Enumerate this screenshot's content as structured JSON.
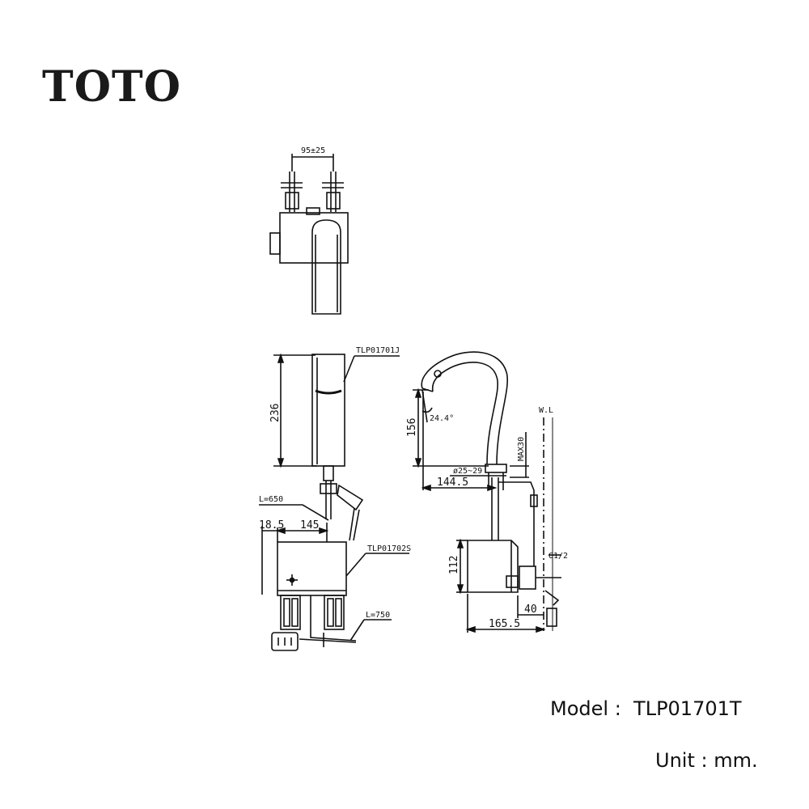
{
  "brand": {
    "logo_text": "TOTO"
  },
  "top_view": {
    "dim_spacing": "95±25"
  },
  "front_view": {
    "label_spout": "TLP01701J",
    "dim_height": "236",
    "label_cable_upper": "L=650",
    "dim_offset": "18.5",
    "dim_width": "145",
    "label_control_box": "TLP01702S",
    "label_cable_lower": "L=750"
  },
  "side_view": {
    "dim_spout_height": "156",
    "dim_angle": "24.4°",
    "dim_hole": "ø25~29",
    "dim_reach": "144.5",
    "dim_thickness": "MAX30",
    "label_wall_line": "W.L",
    "dim_box_height": "112",
    "label_thread": "G1/2",
    "dim_valve": "40",
    "dim_depth": "165.5"
  },
  "caption": {
    "model": "Model :  TLP01701T",
    "unit": "Unit : mm."
  }
}
